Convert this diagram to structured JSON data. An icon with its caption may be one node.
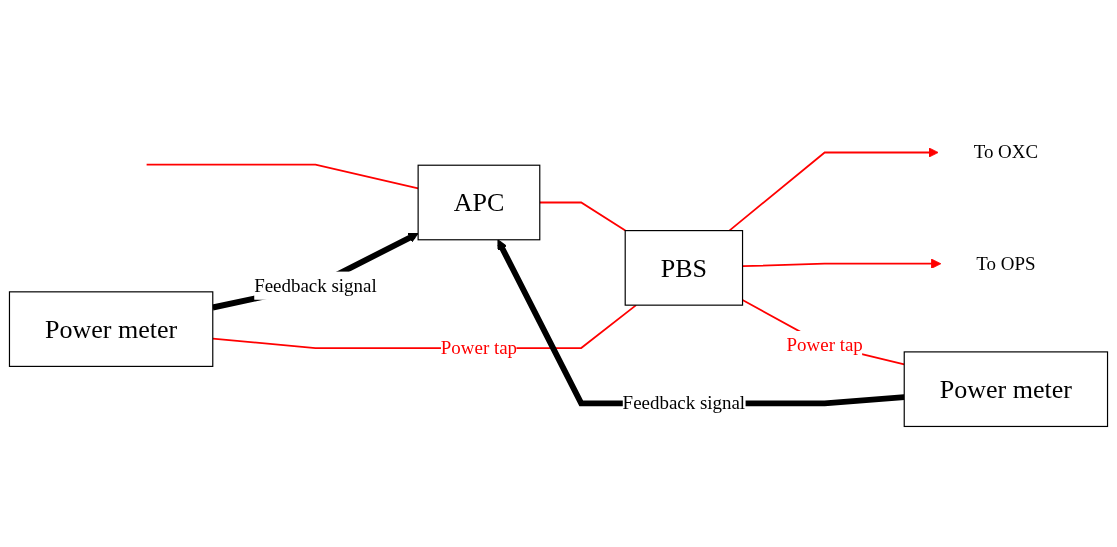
{
  "diagram": {
    "nodes": [
      {
        "text": [
          "Power meter"
        ]
      },
      {
        "text": [
          "APC"
        ]
      },
      {
        "text": [
          "PBS"
        ]
      },
      {
        "text": [
          "Power meter"
        ]
      },
      {
        "text": [
          "To OXC"
        ]
      },
      {
        "text": [
          "To OPS"
        ]
      }
    ],
    "edges": [
      {
        "from": null,
        "to": 1,
        "arrow": "none"
      },
      {
        "from": 1,
        "to": 2,
        "arrow": "none"
      },
      {
        "from": 2,
        "to": 4,
        "arrow": "to"
      },
      {
        "from": 2,
        "to": 5,
        "arrow": "to"
      },
      {
        "from": 2,
        "to": 0,
        "arrow": "none",
        "label": "Power tap"
      },
      {
        "from": 2,
        "to": 3,
        "arrow": "none",
        "label": "Power tap"
      },
      {
        "from": 0,
        "to": 1,
        "arrow": "to",
        "label": "Feedback signal",
        "style": "thick",
        "color": "#000000"
      },
      {
        "from": 3,
        "to": 1,
        "arrow": "to",
        "label": "Feedback signal",
        "style": "thick",
        "color": "#000000"
      }
    ]
  }
}
